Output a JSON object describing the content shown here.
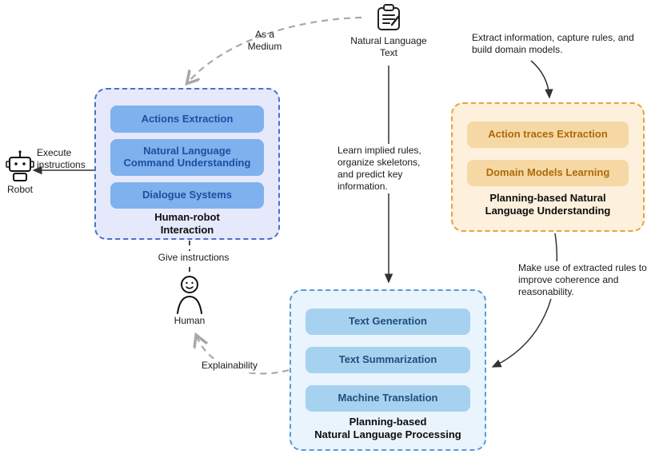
{
  "nodes": {
    "nl_text": {
      "label": "Natural Language Text"
    },
    "robot": {
      "label": "Robot"
    },
    "human": {
      "label": "Human"
    },
    "hri": {
      "title_lines": [
        "Human-robot",
        "Interaction"
      ],
      "items": [
        "Actions Extraction",
        "Natural Language Command Understanding",
        "Dialogue Systems"
      ]
    },
    "nlu": {
      "title_lines": [
        "Planning-based Natural",
        "Language Understanding"
      ],
      "items": [
        "Action traces Extraction",
        "Domain Models Learning"
      ]
    },
    "nlp": {
      "title_lines": [
        "Planning-based",
        "Natural Language Processing"
      ],
      "items": [
        "Text Generation",
        "Text Summarization",
        "Machine Translation"
      ]
    }
  },
  "annotations": {
    "as_a_medium": "As a Medium",
    "extract_info": "Extract information, capture rules, and build domain models.",
    "learn_rules": "Learn implied rules, organize skeletons, and predict key information.",
    "make_use": "Make use of extracted rules to improve coherence and reasonability.",
    "give_instructions": "Give instructions",
    "explainability": "Explainability",
    "execute_instructions": "Execute instructions"
  },
  "colors": {
    "hri_border": "#4a72c8",
    "hri_bg": "#e5e9fb",
    "hri_item_bg": "#7fb1ee",
    "hri_item_text": "#1b4fa0",
    "nlu_border": "#e9a23b",
    "nlu_bg": "#fdf0dc",
    "nlu_item_bg": "#f6d8a4",
    "nlu_item_text": "#ad6a08",
    "nlp_border": "#5b9bd5",
    "nlp_bg": "#eaf4fc",
    "nlp_item_bg": "#a6d2f0",
    "nlp_item_text": "#1f4e79",
    "arrow_solid": "#333333",
    "arrow_dashed": "#a8a8a8"
  }
}
